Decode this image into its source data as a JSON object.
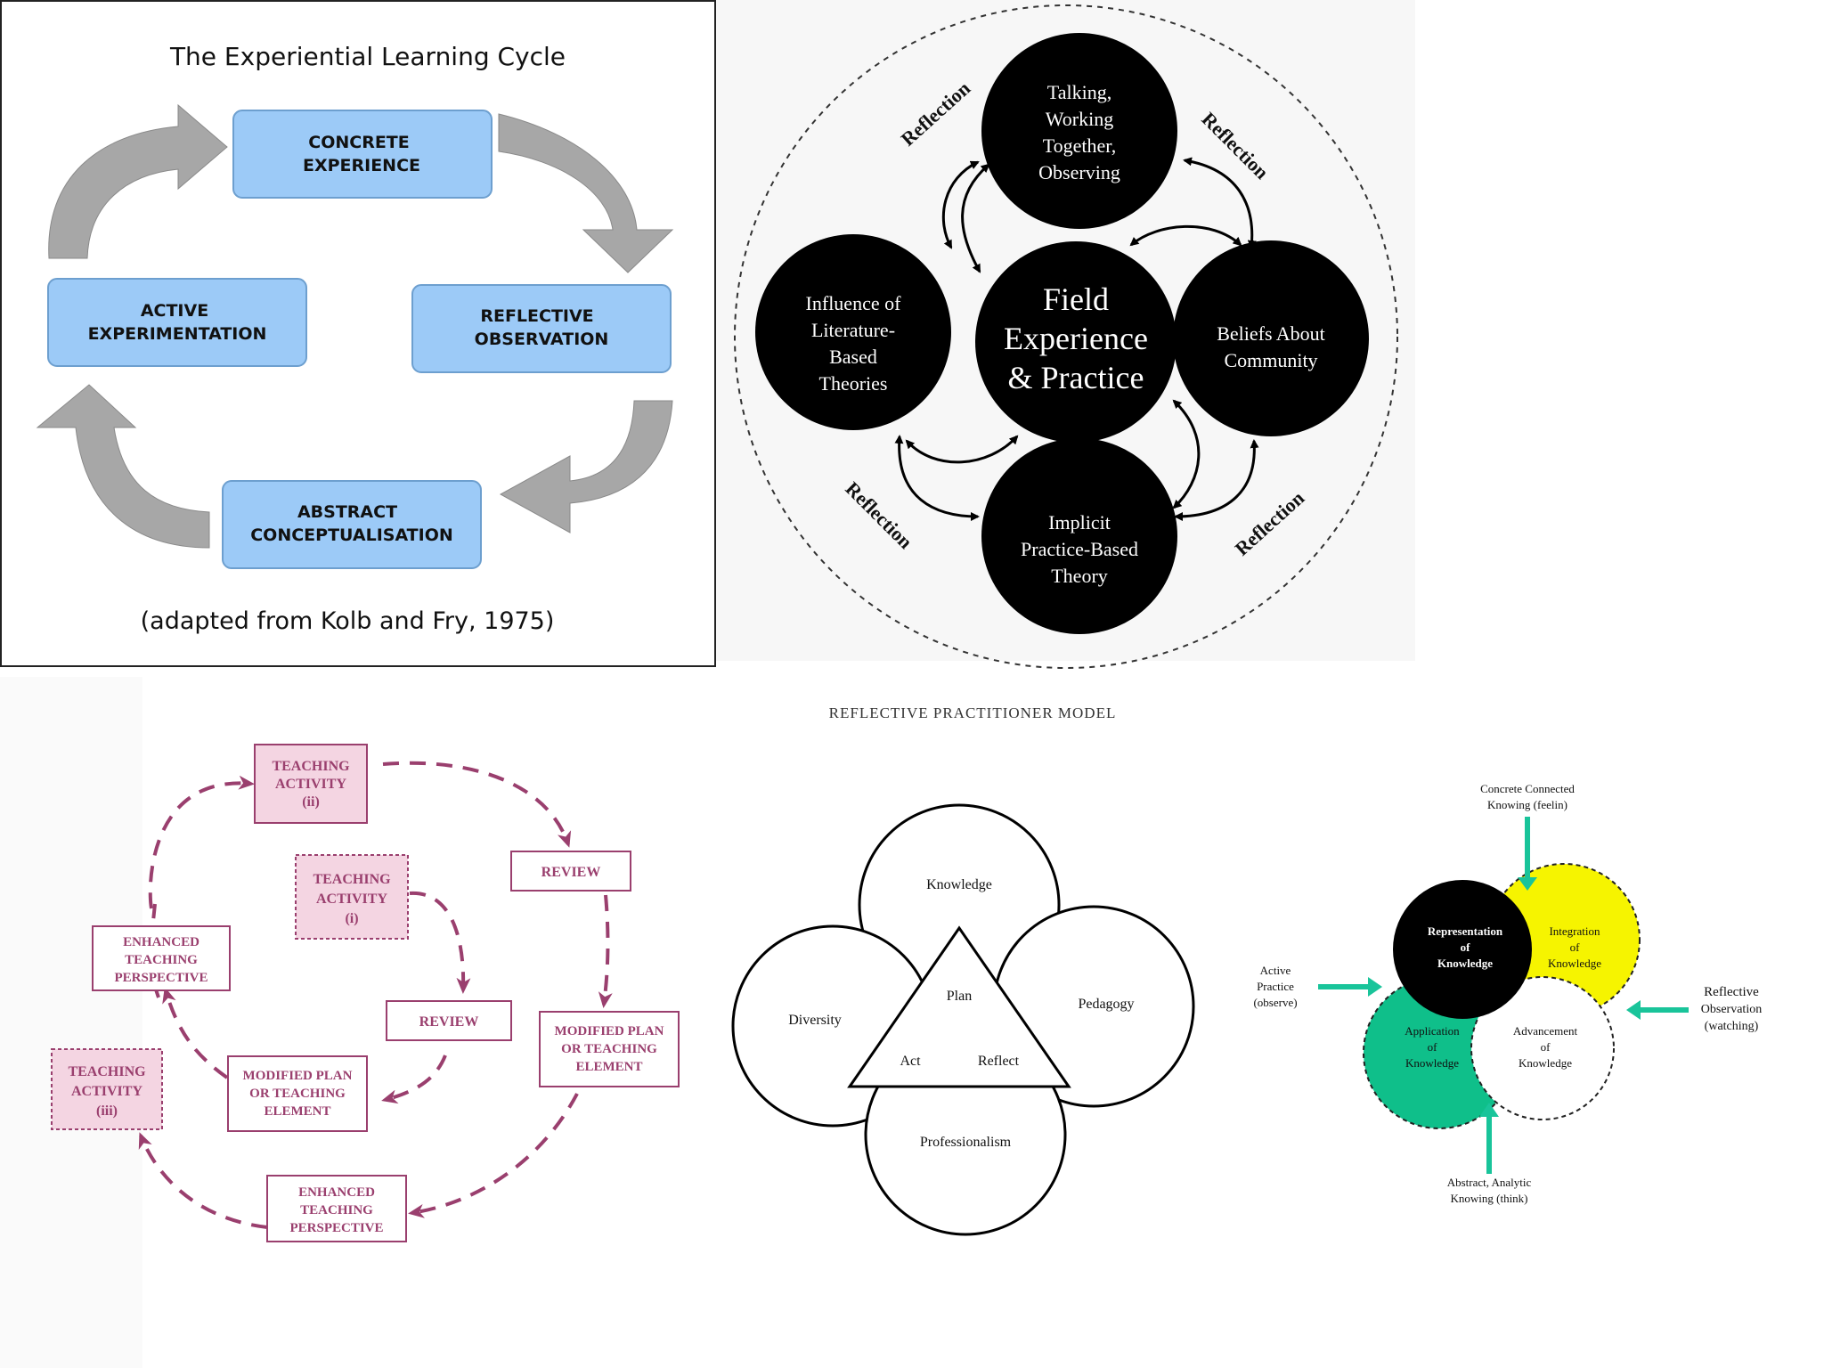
{
  "kolb": {
    "title": "The Experiential Learning Cycle",
    "concrete": [
      "CONCRETE",
      "EXPERIENCE"
    ],
    "reflective": [
      "REFLECTIVE",
      "OBSERVATION"
    ],
    "abstract": [
      "ABSTRACT",
      "CONCEPTUALISATION"
    ],
    "active": [
      "ACTIVE",
      "EXPERIMENTATION"
    ],
    "source": "(adapted from Kolb and Fry, 1975)",
    "colors": {
      "box": "#9ccaf7",
      "arrow": "#a7a7a7"
    }
  },
  "field": {
    "center": [
      "Field",
      "Experience",
      "& Practice"
    ],
    "top": [
      "Talking,",
      "Working",
      "Together,",
      "Observing"
    ],
    "left": [
      "Influence of",
      "Literature-",
      "Based",
      "Theories"
    ],
    "right": [
      "Beliefs About",
      "Community"
    ],
    "bottom": [
      "Implicit",
      "Practice-Based",
      "Theory"
    ],
    "reflection_label": "Reflection"
  },
  "teaching": {
    "activity_ii": [
      "TEACHING",
      "ACTIVITY",
      "(ii)"
    ],
    "activity_i": [
      "TEACHING",
      "ACTIVITY",
      "(i)"
    ],
    "activity_iii": [
      "TEACHING",
      "ACTIVITY",
      "(iii)"
    ],
    "review_outer": "REVIEW",
    "review_inner": "REVIEW",
    "enhanced_left": [
      "ENHANCED",
      "TEACHING",
      "PERSPECTIVE"
    ],
    "enhanced_bottom": [
      "ENHANCED",
      "TEACHING",
      "PERSPECTIVE"
    ],
    "modified_right": [
      "MODIFIED PLAN",
      "OR TEACHING",
      "ELEMENT"
    ],
    "modified_inner": [
      "MODIFIED PLAN",
      "OR TEACHING",
      "ELEMENT"
    ],
    "colors": {
      "accent": "#9a3f6e",
      "fill": "#f4d5e2"
    }
  },
  "practitioner": {
    "title": "REFLECTIVE PRACTITIONER MODEL",
    "knowledge": "Knowledge",
    "diversity": "Diversity",
    "pedagogy": "Pedagogy",
    "professionalism": "Professionalism",
    "plan": "Plan",
    "act": "Act",
    "reflect": "Reflect"
  },
  "kolb_knowing": {
    "top_label": [
      "Concrete Connected",
      "Knowing (feelin)"
    ],
    "left_label": [
      "Active",
      "Practice",
      "(observe)"
    ],
    "right_label": [
      "Reflective",
      "Observation",
      "(watching)"
    ],
    "bottom_label": [
      "Abstract, Analytic",
      "Knowing (think)"
    ],
    "representation": [
      "Representation",
      "of",
      "Knowledge"
    ],
    "integration": [
      "Integration",
      "of",
      "Knowledge"
    ],
    "application": [
      "Application",
      "of",
      "Knowledge"
    ],
    "advancement": [
      "Advancement",
      "of",
      "Knowledge"
    ],
    "colors": {
      "yellow": "#f6f400",
      "green": "#0fbf8a",
      "arrow": "#19c49a"
    }
  }
}
